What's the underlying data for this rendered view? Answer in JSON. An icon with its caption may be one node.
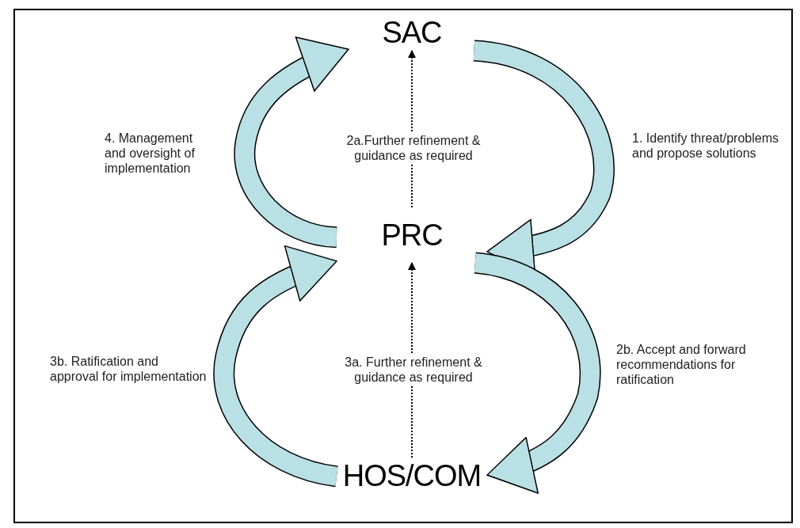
{
  "diagram": {
    "nodes": [
      {
        "text": [
          "SAC"
        ]
      },
      {
        "text": [
          "PRC"
        ]
      },
      {
        "text": [
          "HOS/COM"
        ]
      }
    ],
    "edges": [
      {
        "from": 0,
        "to": 1,
        "arrow": "to",
        "label": "1. Identify threat/problems and propose solutions"
      },
      {
        "from": 1,
        "to": 2,
        "arrow": "to",
        "label": "2b. Accept and forward recommendations for ratification"
      },
      {
        "from": 2,
        "to": 1,
        "arrow": "to",
        "label": "3b. Ratification and approval for implementation"
      },
      {
        "from": 1,
        "to": 0,
        "arrow": "to",
        "label": "4. Management and oversight of implementation"
      },
      {
        "from": 1,
        "to": 0,
        "arrow": "to",
        "style": "dashed",
        "color": "#000000",
        "label": "2a.Further refinement & guidance as required"
      },
      {
        "from": 2,
        "to": 1,
        "arrow": "to",
        "style": "dashed",
        "color": "#000000",
        "label": "3a. Further refinement & guidance as required"
      }
    ]
  }
}
